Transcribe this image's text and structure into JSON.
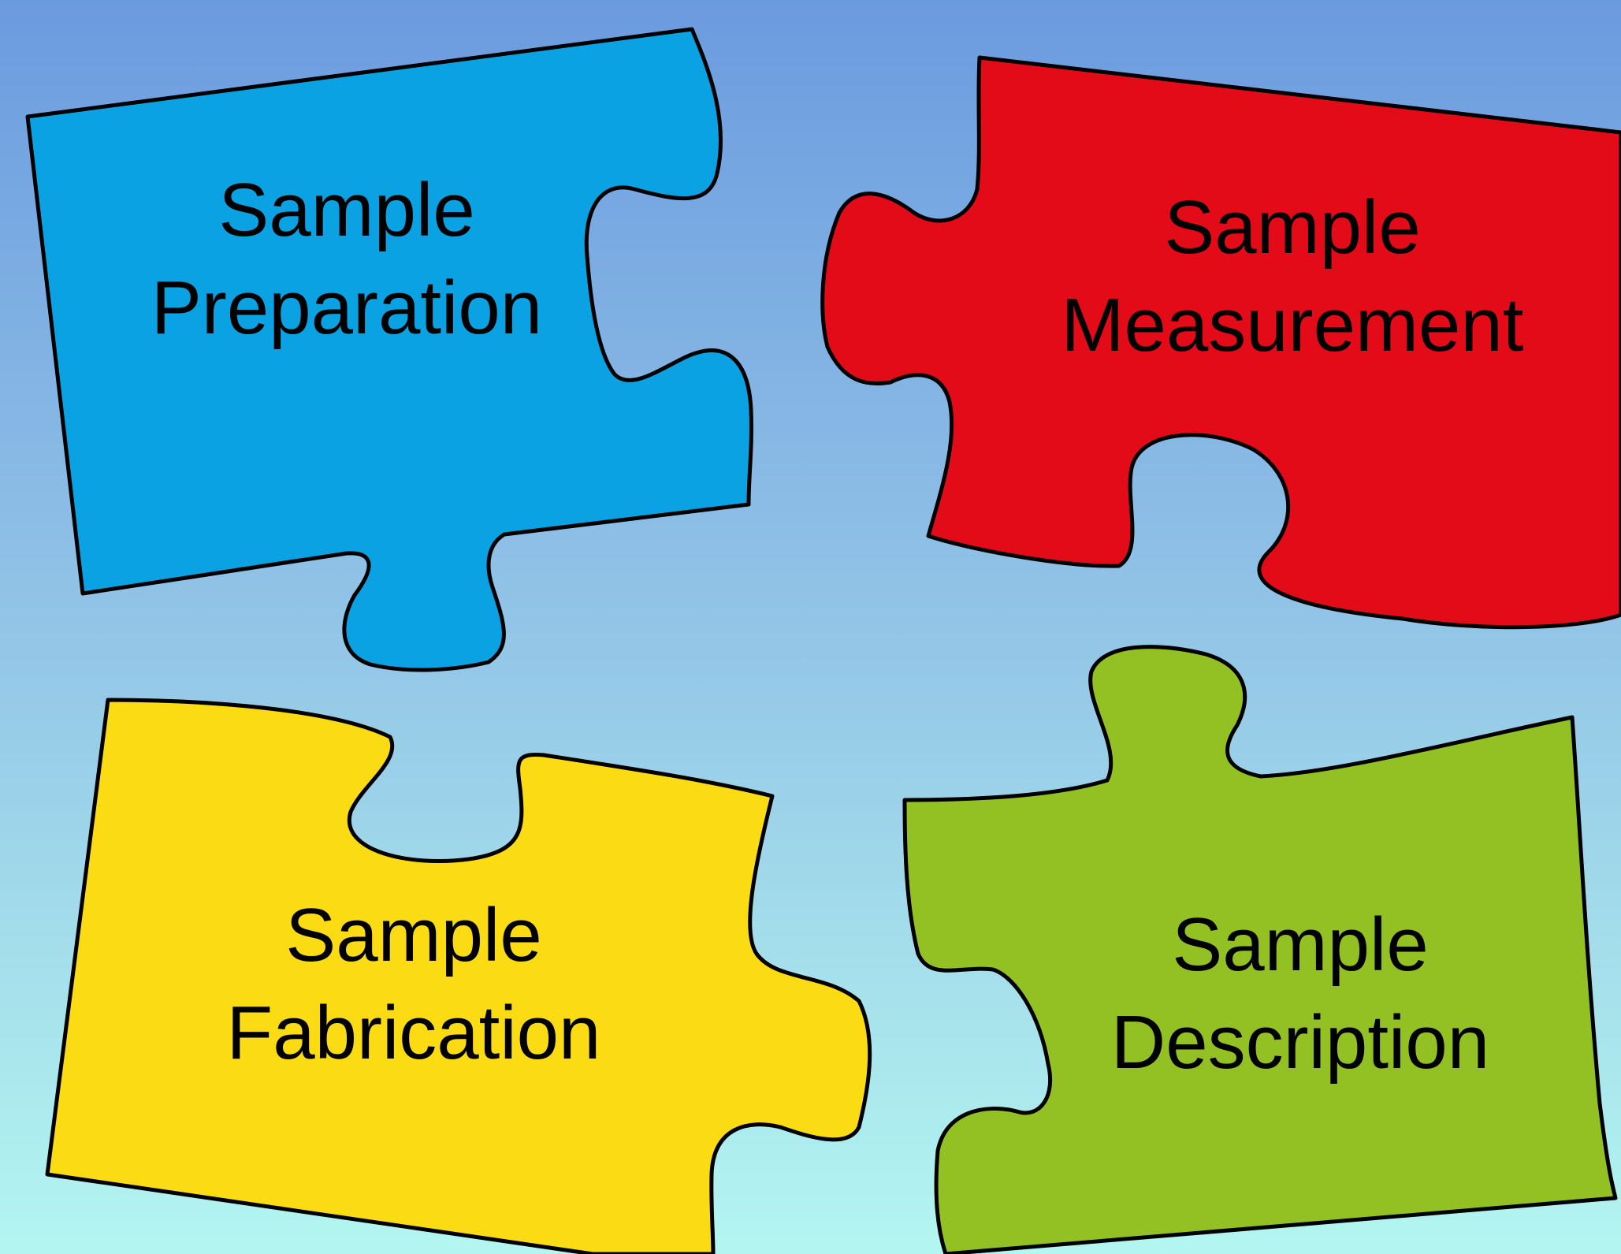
{
  "pieces": [
    {
      "id": "blue",
      "color": "#0aa2e2",
      "line1": "Sample",
      "line2": "Preparation"
    },
    {
      "id": "red",
      "color": "#e20b17",
      "line1": "Sample",
      "line2": "Measurement"
    },
    {
      "id": "yellow",
      "color": "#fbdb14",
      "line1": "Sample",
      "line2": "Fabrication"
    },
    {
      "id": "green",
      "color": "#93c123",
      "line1": "Sample",
      "line2": "Description"
    }
  ],
  "background": {
    "top_color": "#6b9bdf",
    "bottom_color": "#b3f6f1"
  }
}
